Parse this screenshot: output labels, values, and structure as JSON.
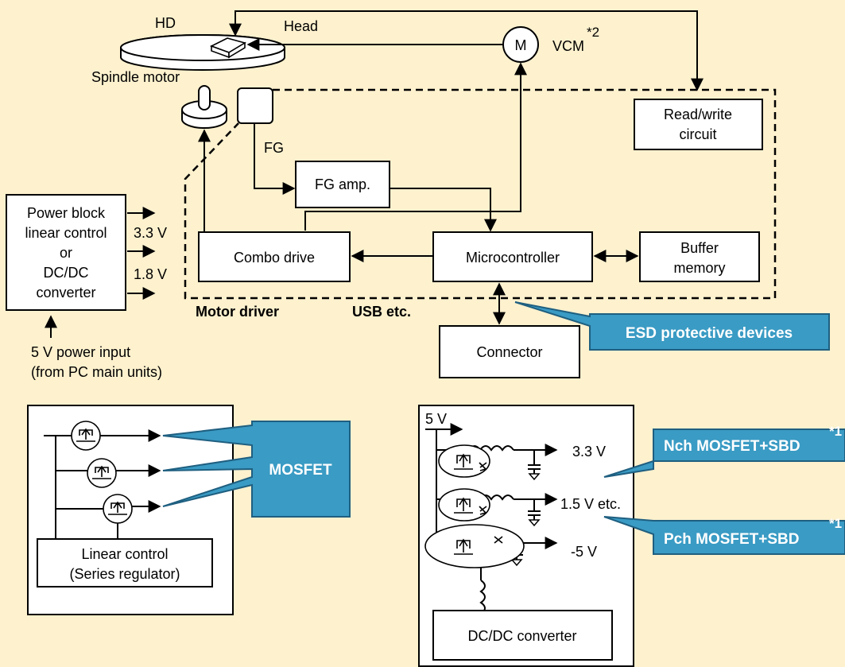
{
  "labels": {
    "hd": "HD",
    "head": "Head",
    "vcm": "VCM",
    "vcm_note": "*2",
    "motor": "M",
    "spindle_motor": "Spindle motor",
    "fg": "FG",
    "fg_amp": "FG amp.",
    "read_write_1": "Read/write",
    "read_write_2": "circuit",
    "combo_drive": "Combo drive",
    "microcontroller": "Microcontroller",
    "buffer_1": "Buffer",
    "buffer_2": "memory",
    "connector": "Connector",
    "motor_driver": "Motor driver",
    "usb": "USB etc.",
    "power_1": "Power block",
    "power_2": "linear control",
    "power_3": "or",
    "power_4": "DC/DC",
    "power_5": "converter",
    "v33": "3.3 V",
    "v18": "1.8 V",
    "power_input_1": "5 V power input",
    "power_input_2": "(from PC main units)",
    "linear_1": "Linear control",
    "linear_2": "(Series regulator)",
    "dcdc": "DC/DC converter",
    "in5v": "5 V",
    "out33": "3.3 V",
    "out15": "1.5 V etc.",
    "outm5": "-5 V"
  },
  "callouts": {
    "esd": "ESD protective devices",
    "mosfet": "MOSFET",
    "nch": "Nch MOSFET+SBD",
    "nch_note": "*1",
    "pch": "Pch MOSFET+SBD",
    "pch_note": "*1"
  },
  "colors": {
    "background": "#fdf1ce",
    "callout": "#3a9bc4"
  }
}
